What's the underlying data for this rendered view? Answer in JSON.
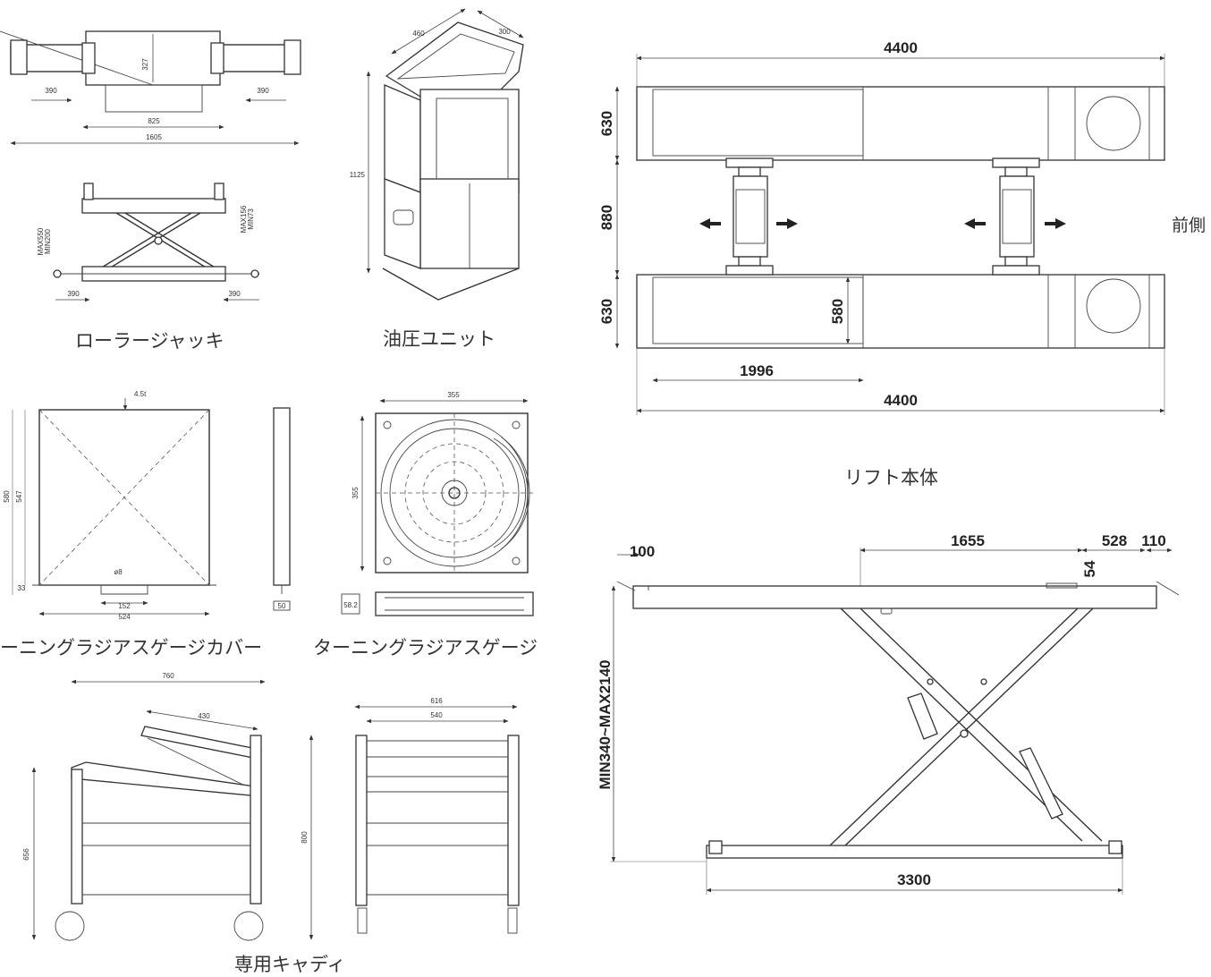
{
  "labels": {
    "roller_jack": "ローラージャッキ",
    "hydraulic_unit": "油圧ユニット",
    "lift_body": "リフト本体",
    "front_side": "前側",
    "cover": "ーニングラジアスゲージカバー",
    "gauge": "ターニングラジアスゲージ",
    "caddy": "専用キャディ"
  },
  "dims": {
    "jack": {
      "w327": "327",
      "l390": "390",
      "r390": "390",
      "w825": "825",
      "w1605": "1605",
      "max550": "MAX550",
      "min200": "MIN200",
      "max156": "MAX156",
      "min73": "MIN73",
      "b390l": "390",
      "b390r": "390"
    },
    "unit": {
      "d460": "460",
      "d300": "300",
      "h1125": "1125"
    },
    "lift_top": {
      "top4400": "4400",
      "h630a": "630",
      "h880": "880",
      "h630b": "630",
      "h580": "580",
      "w1996": "1996",
      "bot4400": "4400"
    },
    "lift_side": {
      "d100": "100",
      "d1655": "1655",
      "d528": "528",
      "d110": "110",
      "d54": "54",
      "range": "MIN340~MAX2140",
      "d3300": "3300"
    },
    "cover": {
      "t45": "4.5t",
      "h580": "580",
      "h547": "547",
      "h33": "33",
      "d8": "ø8",
      "w152": "152",
      "w524": "524",
      "side50": "50"
    },
    "gauge": {
      "w355": "355",
      "h355": "355",
      "h58": "58.2"
    },
    "caddy": {
      "w760": "760",
      "w430": "430",
      "h656": "656",
      "h800": "800",
      "w616": "616",
      "w540": "540"
    }
  }
}
